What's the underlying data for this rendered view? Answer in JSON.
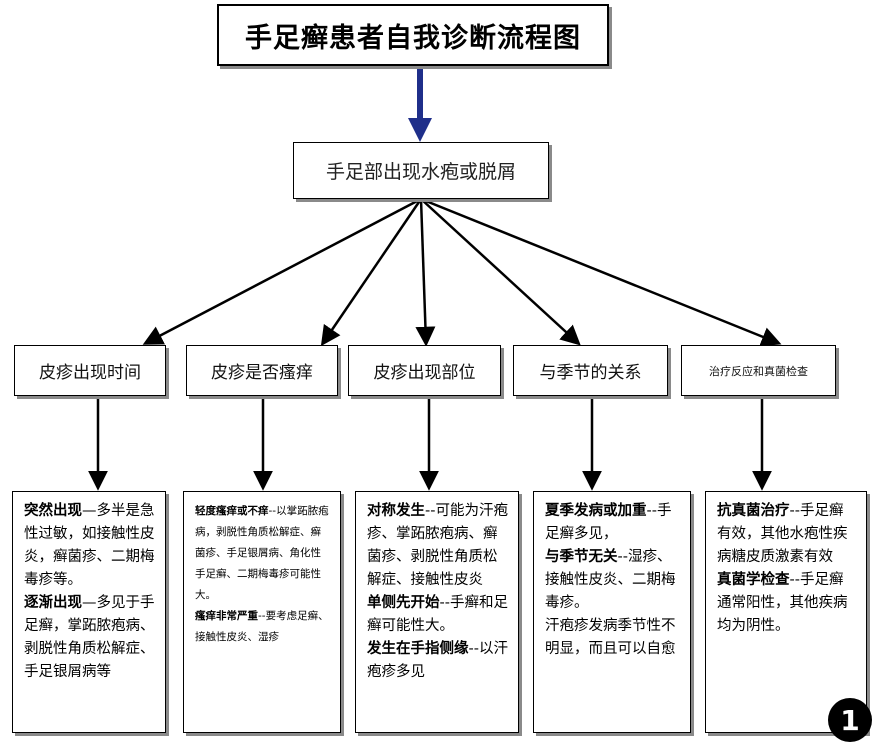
{
  "title": "手足癣患者自我诊断流程图",
  "main_node": "手足部出现水疱或脱屑",
  "categories": [
    "皮疹出现时间",
    "皮疹是否瘙痒",
    "皮疹出现部位",
    "与季节的关系",
    "治疗反应和真菌检查"
  ],
  "details": [
    {
      "paragraphs": [
        {
          "lead": "突然出现",
          "text": "—多半是急性过敏，如接触性皮炎，癣菌疹、二期梅毒疹等。"
        },
        {
          "lead": "逐渐出现",
          "text": "—多见于手足癣，掌跖脓疱病、剥脱性角质松解症、手足银屑病等"
        }
      ]
    },
    {
      "paragraphs": [
        {
          "lead": "轻度瘙痒或不痒",
          "text": "--以掌跖脓疱病，剥脱性角质松解症、癣菌疹、手足银屑病、角化性手足癣、二期梅毒疹可能性大。"
        },
        {
          "lead": "瘙痒非常严重",
          "text": "--要考虑足癣、接触性皮炎、湿疹"
        }
      ]
    },
    {
      "paragraphs": [
        {
          "lead": "对称发生",
          "text": "--可能为汗疱疹、掌跖脓疱病、癣菌疹、剥脱性角质松解症、接触性皮炎"
        },
        {
          "lead": "单侧先开始",
          "text": "--手癣和足癣可能性大。"
        },
        {
          "lead": "发生在手指侧缘",
          "text": "--以汗疱疹多见"
        }
      ]
    },
    {
      "paragraphs": [
        {
          "lead": "夏季发病或加重",
          "text": "--手足癣多见，"
        },
        {
          "lead": "与季节无关",
          "text": "--湿疹、接触性皮炎、二期梅毒疹。"
        },
        {
          "lead": "",
          "text": "汗疱疹发病季节性不明显，而且可以自愈"
        }
      ]
    },
    {
      "paragraphs": [
        {
          "lead": "抗真菌治疗",
          "text": "--手足癣有效，其他水疱性疾病糖皮质激素有效"
        },
        {
          "lead": "真菌学检查",
          "text": "--手足癣通常阳性，其他疾病均为阴性。"
        }
      ]
    }
  ],
  "badge": "1",
  "colors": {
    "top_arrow": "#1f2f8a",
    "line": "#000000"
  }
}
